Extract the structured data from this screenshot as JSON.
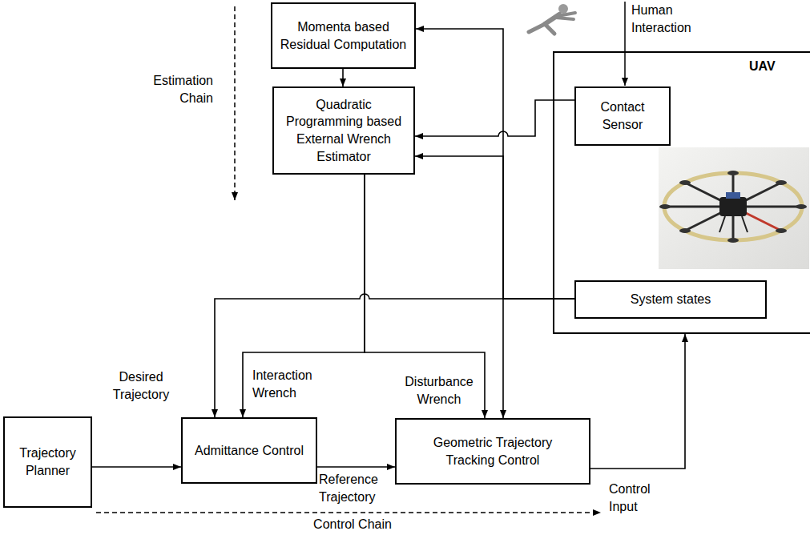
{
  "diagram": {
    "nodes": [
      {
        "text": [
          "Momenta based Residual Computation"
        ]
      },
      {
        "text": [
          "Quadratic Programming based External Wrench Estimator"
        ]
      },
      {
        "text": [
          "UAV"
        ]
      },
      {
        "text": [
          "Contact Sensor"
        ],
        "in": 2
      },
      {
        "text": [
          "System states"
        ],
        "in": 2
      },
      {
        "text": [
          "Trajectory Planner"
        ]
      },
      {
        "text": [
          "Admittance Control"
        ]
      },
      {
        "text": [
          "Geometric Trajectory Tracking Control"
        ]
      }
    ],
    "edges": [
      {
        "from": 0,
        "to": 1,
        "arrow": "to"
      },
      {
        "from": 3,
        "to": 1,
        "arrow": "to"
      },
      {
        "from": 4,
        "to": 0,
        "arrow": "to"
      },
      {
        "from": 4,
        "to": 1,
        "arrow": "to"
      },
      {
        "from": 4,
        "to": 6,
        "arrow": "to"
      },
      {
        "from": 4,
        "to": 7,
        "arrow": "to"
      },
      {
        "from": 1,
        "to": 6,
        "label": "Interaction Wrench",
        "arrow": "to"
      },
      {
        "from": 1,
        "to": 7,
        "label": "Disturbance Wrench",
        "arrow": "to"
      },
      {
        "from": 5,
        "to": 6,
        "label": "Desired Trajectory",
        "arrow": "to"
      },
      {
        "from": 6,
        "to": 7,
        "label": "Reference Trajectory",
        "arrow": "to"
      },
      {
        "from": 7,
        "to": 2,
        "label": "Control Input",
        "arrow": "to"
      }
    ],
    "labels": [
      "Estimation Chain",
      "Human Interaction",
      "Control Chain"
    ]
  }
}
